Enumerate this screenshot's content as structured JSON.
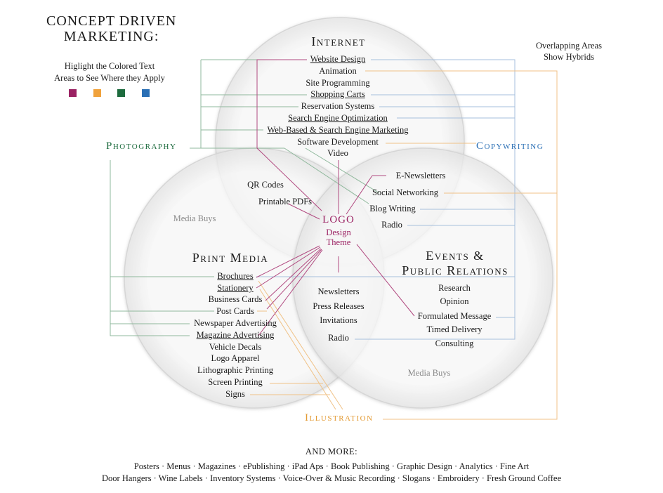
{
  "header": {
    "title_line1": "CONCEPT DRIVEN",
    "title_line2": "MARKETING:",
    "hint_line1": "Higlight the Colored Text",
    "hint_line2": "Areas to See Where they Apply"
  },
  "swatches": [
    "#9b2263",
    "#f0a23c",
    "#1d6b3e",
    "#2a6fb5"
  ],
  "note": {
    "line1": "Overlapping Areas",
    "line2": "Show Hybrids"
  },
  "categories": {
    "photography": "Photography",
    "copywriting": "Copywriting",
    "illustration": "Illustration"
  },
  "colors": {
    "photography": "#1d6b3e",
    "copywriting": "#2a6fb5",
    "illustration": "#e39a33",
    "logo": "#9b2263"
  },
  "internet": {
    "title": "Internet",
    "items": [
      "Website Design",
      "Animation",
      "Site Programming",
      "Shopping Carts",
      "Reservation Systems",
      "Search Engine Optimization",
      "Web-Based & Search Engine Marketing",
      "Software Development",
      "Video"
    ]
  },
  "overlap_internet_print": {
    "items": [
      "QR Codes",
      "Printable PDFs"
    ]
  },
  "overlap_internet_events": {
    "items": [
      "E-Newsletters",
      "Social Networking",
      "Blog Writing",
      "Radio"
    ]
  },
  "media_buys": {
    "left": "Media Buys",
    "right": "Media Buys"
  },
  "logo": {
    "title": "LOGO",
    "sub1": "Design",
    "sub2": "Theme"
  },
  "print": {
    "title": "Print Media",
    "items": [
      "Brochures",
      "Stationery",
      "Business Cards",
      "Post Cards",
      "Newspaper Advertising",
      "Magazine Advertising",
      "Vehicle Decals",
      "Logo Apparel",
      "Lithographic Printing",
      "Screen Printing",
      "Signs"
    ]
  },
  "overlap_print_events": {
    "items": [
      "Newsletters",
      "Press Releases",
      "Invitations",
      "Radio"
    ]
  },
  "events": {
    "title_line1": "Events &",
    "title_line2": "Public Relations",
    "items": [
      "Research",
      "Opinion",
      "Formulated Message",
      "Timed Delivery",
      "Consulting"
    ]
  },
  "footer": {
    "heading": "AND MORE:",
    "line1": "Posters · Menus ·  Magazines · ePublishing  ·  iPad Aps  ·  Book Publishing  ·  Graphic Design  ·  Analytics  ·   Fine Art",
    "line2": "Door Hangers · Wine Labels  ·  Inventory Systems  ·  Voice-Over & Music Recording  ·  Slogans  ·  Embroidery  ·  Fresh Ground Coffee"
  }
}
